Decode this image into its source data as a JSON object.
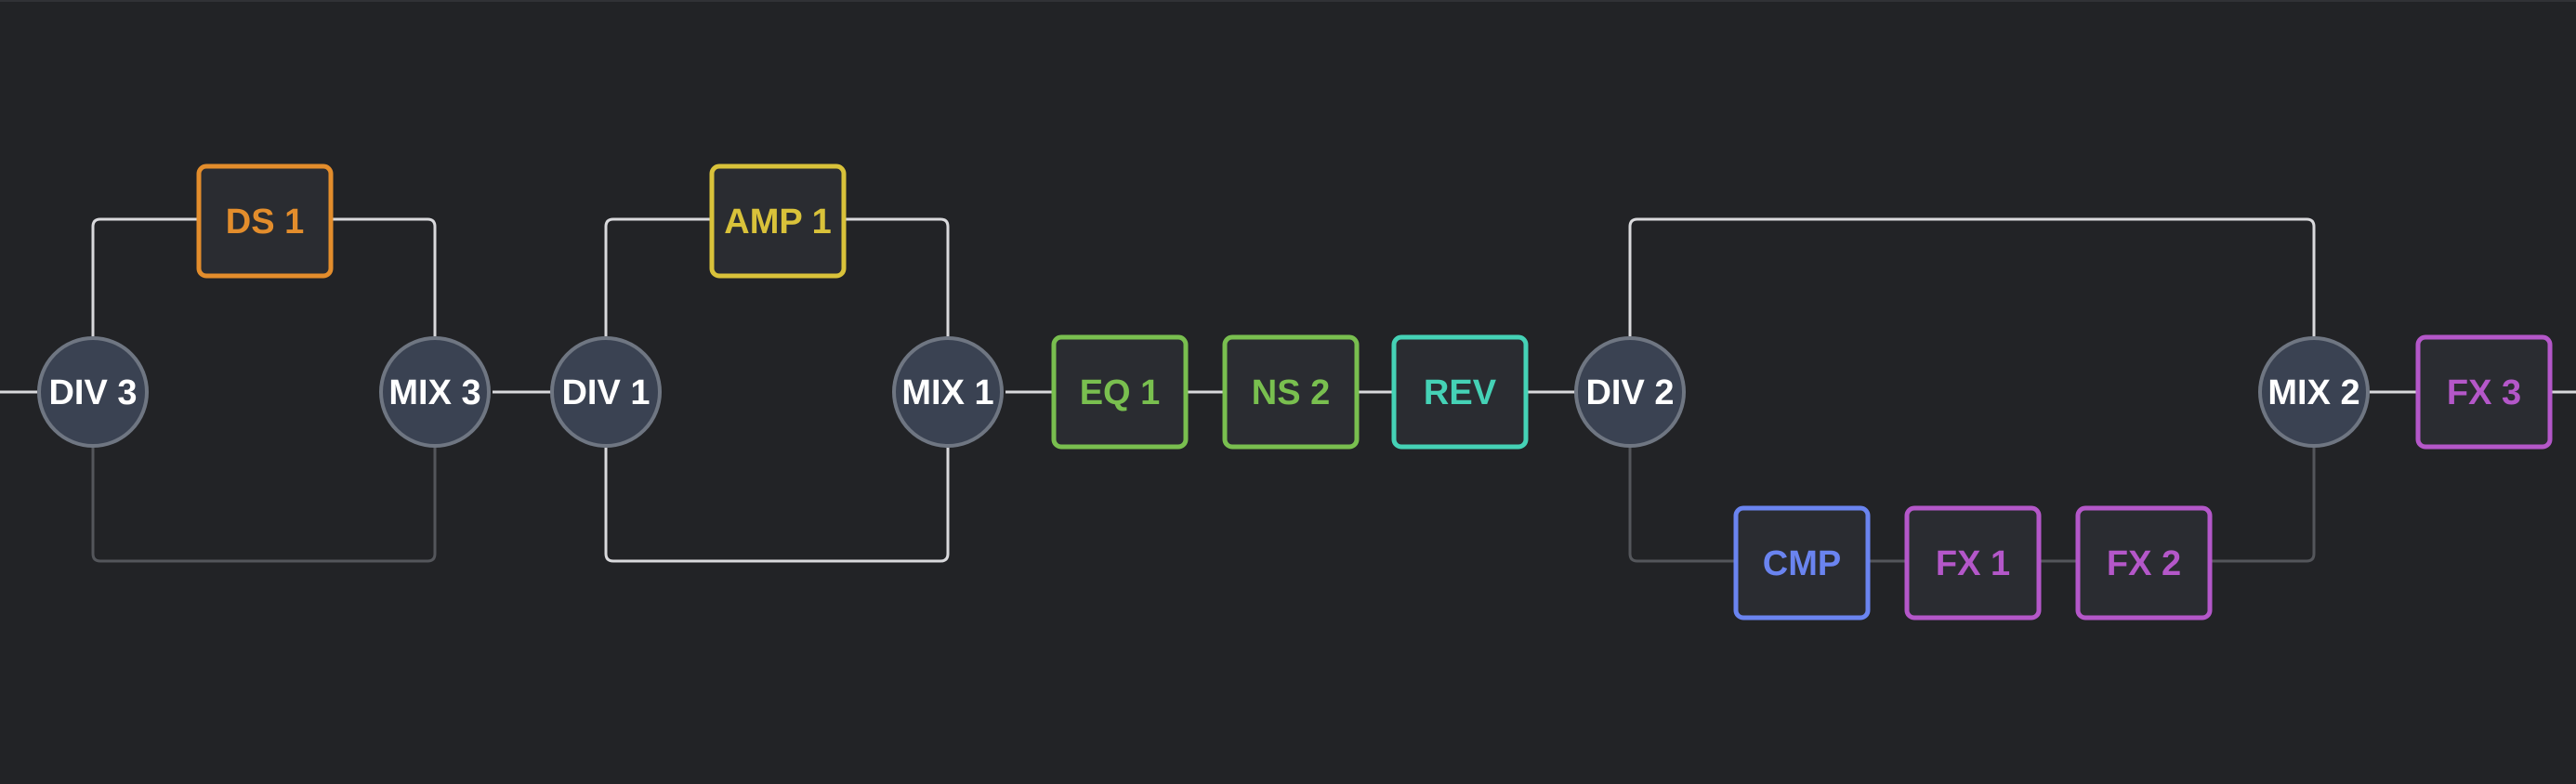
{
  "colors": {
    "background": "#222326",
    "wire_active": "#d9d9dc",
    "wire_inactive": "#54565b",
    "node_fill": "#3a4252",
    "node_stroke": "#6f7682",
    "block_fill": "#2a2c31",
    "text_white": "#ffffff"
  },
  "nodes": {
    "div3": {
      "label": "DIV 3"
    },
    "mix3": {
      "label": "MIX 3"
    },
    "div1": {
      "label": "DIV 1"
    },
    "mix1": {
      "label": "MIX 1"
    },
    "div2": {
      "label": "DIV 2"
    },
    "mix2": {
      "label": "MIX 2"
    }
  },
  "blocks": {
    "ds1": {
      "label": "DS 1",
      "color": "#e38d2c",
      "icon": "distortion-block"
    },
    "amp1": {
      "label": "AMP 1",
      "color": "#d9c23a",
      "icon": "amp-block"
    },
    "eq1": {
      "label": "EQ 1",
      "color": "#79bf4f",
      "icon": "eq-block"
    },
    "ns2": {
      "label": "NS 2",
      "color": "#79bf4f",
      "icon": "noise-suppressor-block"
    },
    "rev": {
      "label": "REV",
      "color": "#45d2b6",
      "icon": "reverb-block"
    },
    "cmp": {
      "label": "CMP",
      "color": "#6a84f0",
      "icon": "compressor-block"
    },
    "fx1": {
      "label": "FX 1",
      "color": "#b457c9",
      "icon": "fx-block"
    },
    "fx2": {
      "label": "FX 2",
      "color": "#b457c9",
      "icon": "fx-block"
    },
    "fx3": {
      "label": "FX 3",
      "color": "#b457c9",
      "icon": "fx-block"
    }
  }
}
